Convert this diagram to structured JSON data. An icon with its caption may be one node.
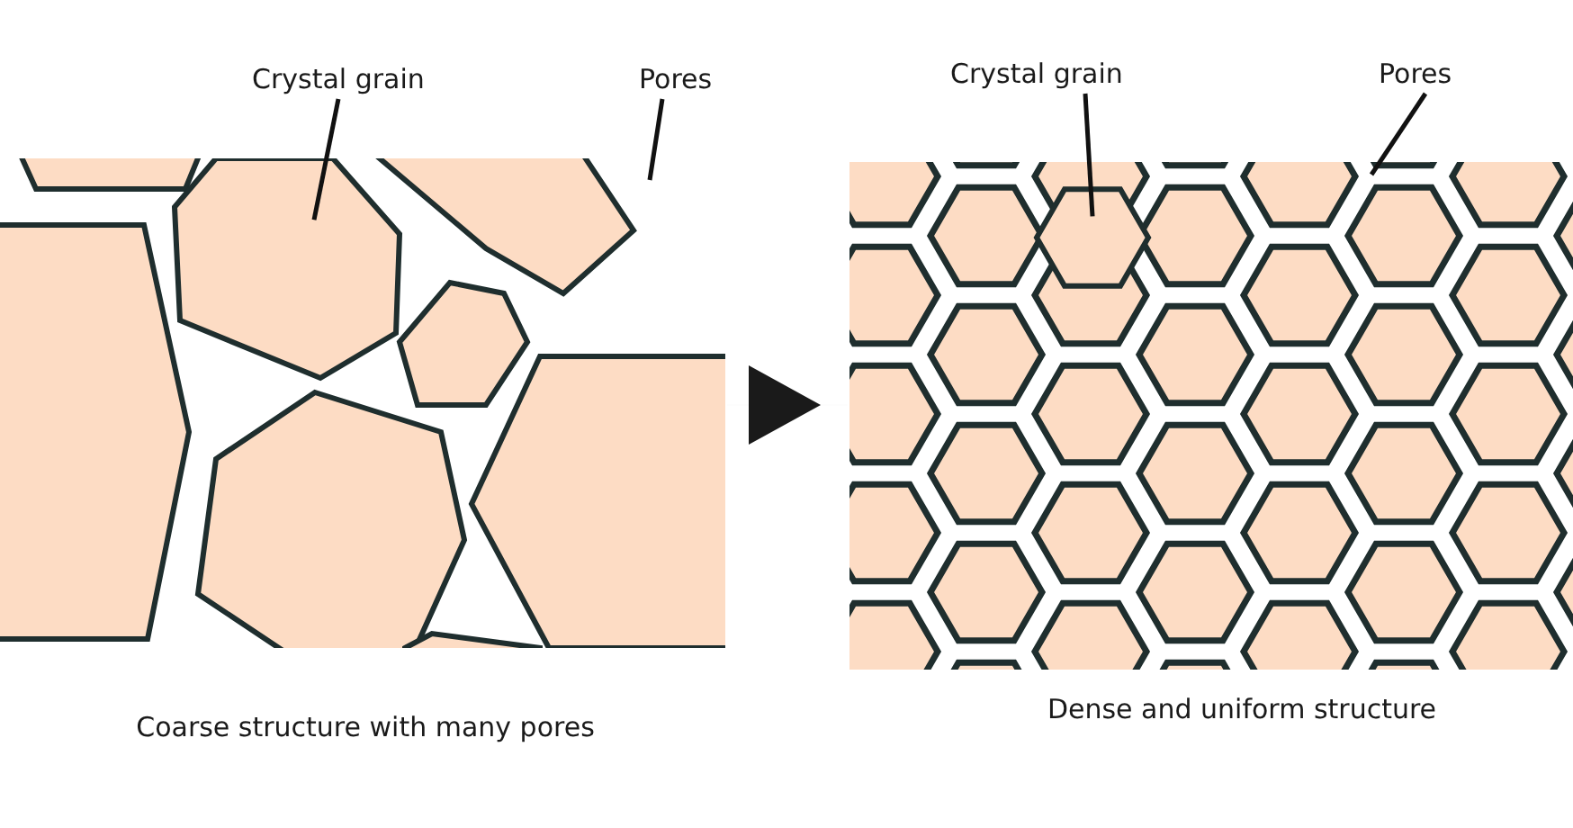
{
  "diagram": {
    "nodes": [
      {
        "text": [],
        "shape": "picture",
        "beside": [
          "Coarse structure with many pores"
        ]
      },
      {
        "text": [
          "Crystal grain"
        ]
      },
      {
        "text": [],
        "shape": "hexagon",
        "in": 0
      },
      {
        "text": [
          "Pores"
        ]
      },
      {
        "text": [],
        "shape": "picture",
        "beside": [
          "Dense and uniform structure"
        ]
      },
      {
        "text": [
          "Crystal grain"
        ]
      },
      {
        "text": [],
        "shape": "hexagon",
        "in": 4
      },
      {
        "text": [
          "Pores"
        ]
      }
    ],
    "edges": [
      {
        "from": 1,
        "to": 2,
        "arrow": "none"
      },
      {
        "from": 3,
        "to": null,
        "arrow": "none"
      },
      {
        "from": 0,
        "to": 4,
        "arrow": "to"
      },
      {
        "from": 5,
        "to": 6,
        "arrow": "none"
      },
      {
        "from": 7,
        "to": null,
        "arrow": "none"
      }
    ]
  }
}
